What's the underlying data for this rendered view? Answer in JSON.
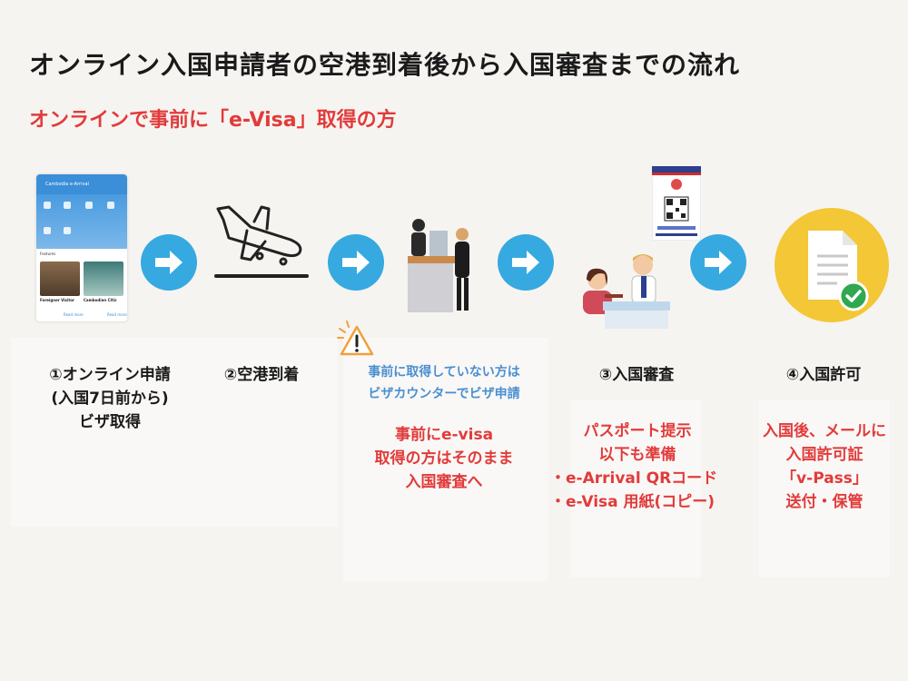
{
  "title": "オンライン入国申請者の空港到着後から入国審査までの流れ",
  "subtitle": "オンラインで事前に「e-Visa」取得の方",
  "colors": {
    "accent_red": "#e23b3b",
    "arrow_blue": "#36a9e1",
    "note_blue": "#4a8fd1",
    "check_green": "#2fa84f",
    "doc_circle": "#f3c736"
  },
  "app_screen": {
    "header": "Cambodia e-Arrival",
    "features_label": "Features",
    "card1_title": "Foreigner Visitor",
    "card2_title": "Cambodian Citiz",
    "more": "Read more"
  },
  "steps": [
    {
      "label_lines": [
        "①オンライン申請",
        "(入国7日前から)",
        "ビザ取得"
      ]
    },
    {
      "label_lines": [
        "②空港到着"
      ]
    },
    {
      "warning_lines": [
        "事前に取得していない方は",
        "ビザカウンターでビザ申請"
      ],
      "label_lines": [
        "事前にe-visa",
        "取得の方はそのまま",
        "入国審査へ"
      ]
    },
    {
      "label_lines": [
        "③入国審査"
      ],
      "detail_lines": [
        "パスポート提示",
        "以下も準備",
        "・e-Arrival QRコード",
        "・e-Visa 用紙(コピー)"
      ]
    },
    {
      "label_lines": [
        "④入国許可"
      ],
      "detail_lines": [
        "入国後、メールに",
        "入国許可証",
        "「v-Pass」",
        "送付・保管"
      ]
    }
  ],
  "icons": {
    "arrow": "arrow-right-icon",
    "plane": "airplane-landing-icon",
    "counter": "visa-counter-icon",
    "immigration": "immigration-officer-icon",
    "warning": "warning-icon",
    "document": "document-check-icon"
  }
}
